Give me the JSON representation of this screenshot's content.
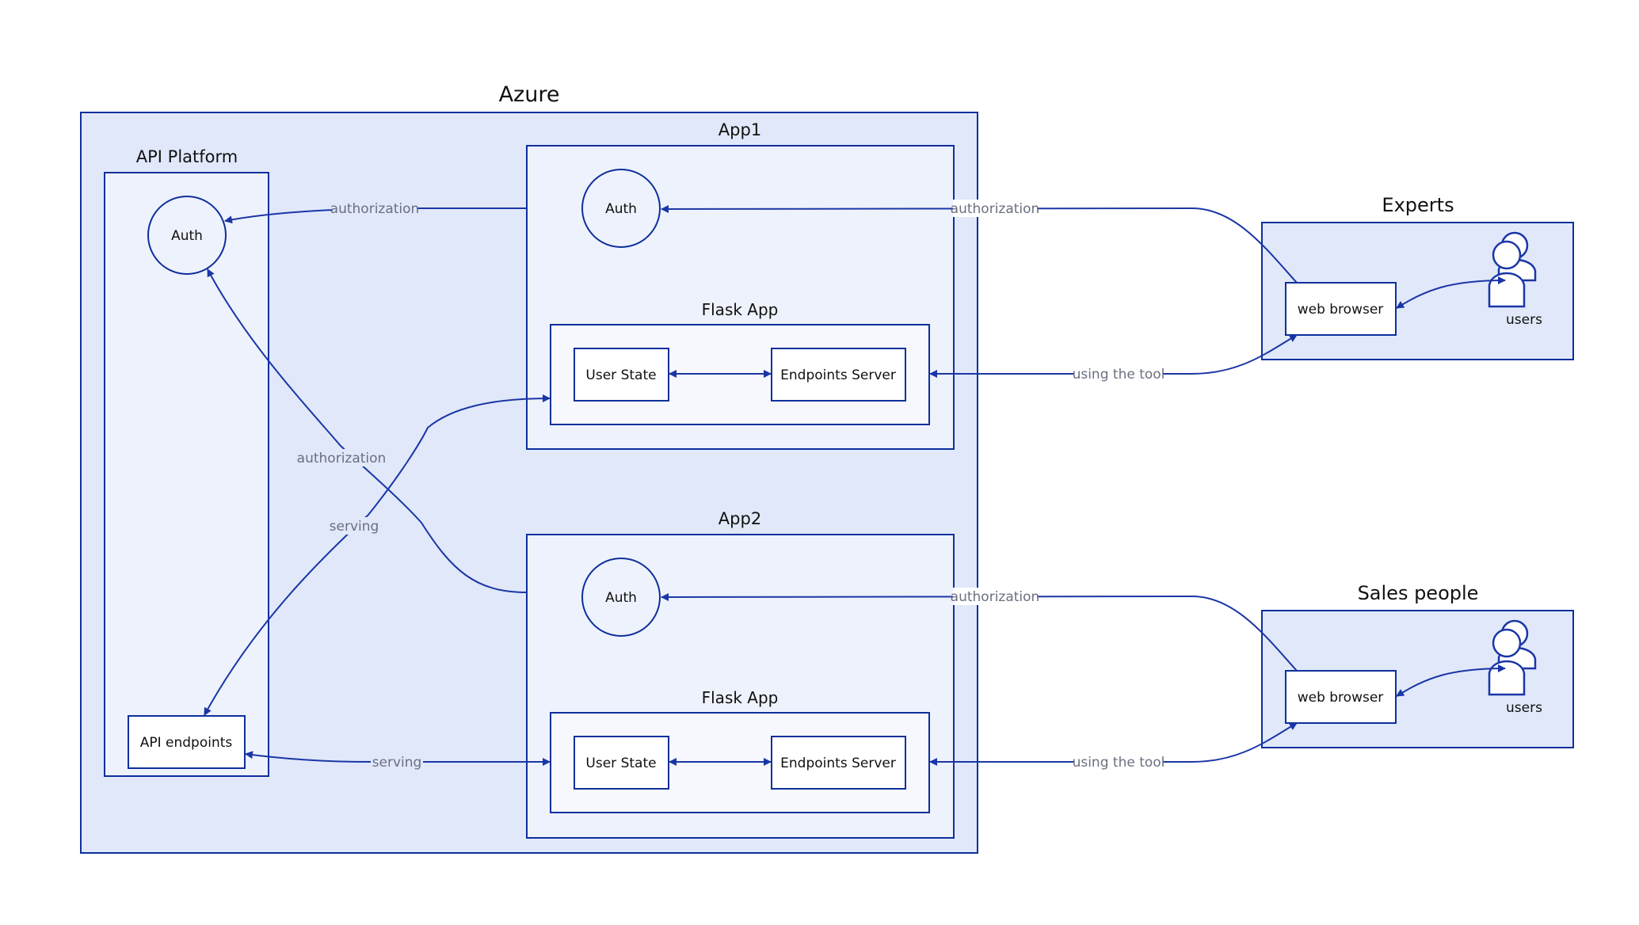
{
  "azure": {
    "title": "Azure"
  },
  "api_platform": {
    "title": "API Platform",
    "auth_label": "Auth",
    "endpoints_label": "API endpoints"
  },
  "app1": {
    "title": "App1",
    "auth_label": "Auth",
    "flask_title": "Flask App",
    "user_state_label": "User State",
    "endpoints_server_label": "Endpoints Server"
  },
  "app2": {
    "title": "App2",
    "auth_label": "Auth",
    "flask_title": "Flask App",
    "user_state_label": "User State",
    "endpoints_server_label": "Endpoints Server"
  },
  "experts": {
    "title": "Experts",
    "browser_label": "web browser",
    "users_label": "users",
    "users_icon": "users-icon"
  },
  "sales": {
    "title": "Sales people",
    "browser_label": "web browser",
    "users_label": "users",
    "users_icon": "users-icon"
  },
  "edges": {
    "app1_to_api_auth": "authorization",
    "experts_to_app1_auth": "authorization",
    "experts_to_app1_tool": "using the tool",
    "app2_to_api_auth": "authorization",
    "api_to_app1_serving": "serving",
    "api_to_app2_serving": "serving",
    "sales_to_app2_auth": "authorization",
    "sales_to_app2_tool": "using the tool"
  },
  "colors": {
    "line": "#1a36a6",
    "container_fill": "#e0e8fa",
    "edge_label": "#6b7080"
  }
}
